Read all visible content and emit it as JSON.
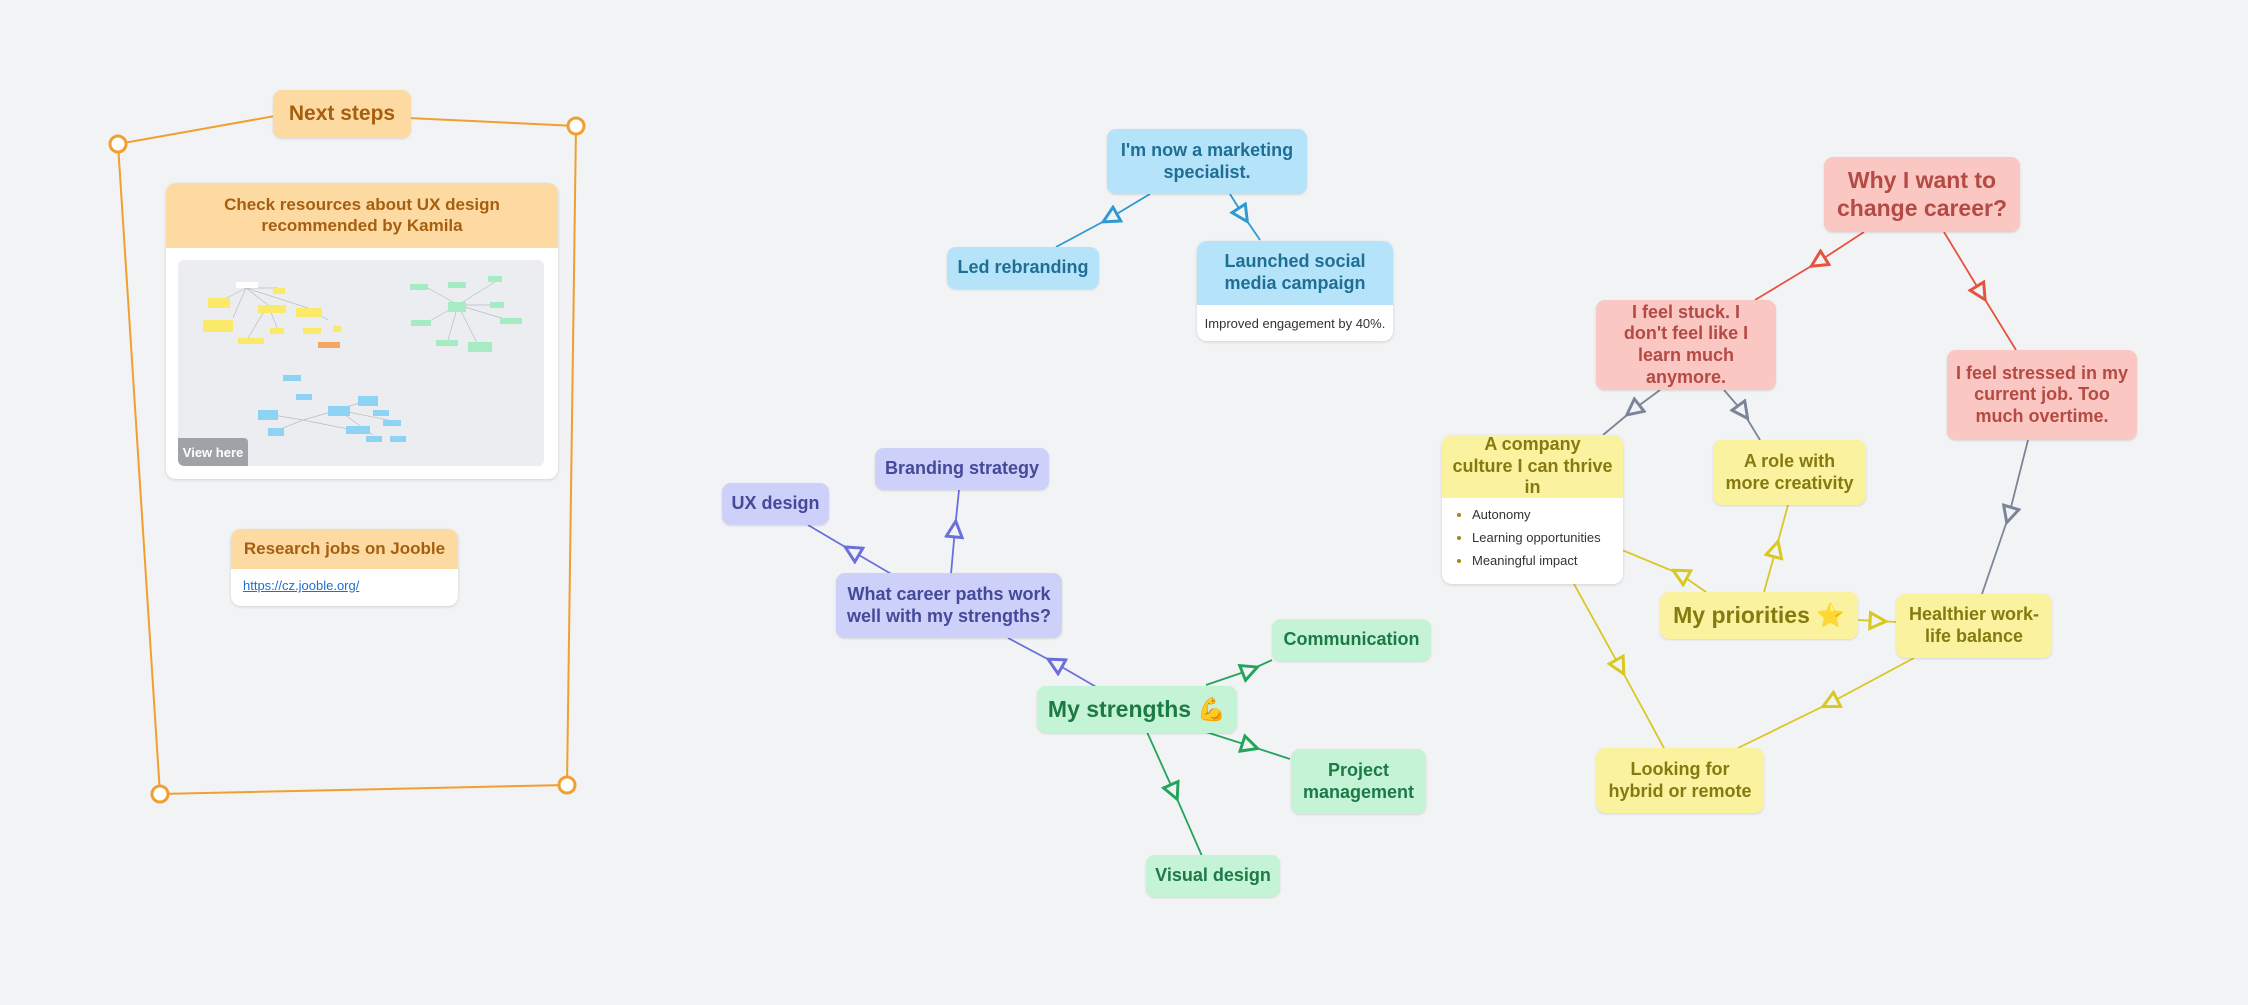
{
  "colors": {
    "blue": "#b5e3fa",
    "purple": "#cdd0f8",
    "green": "#c4f3d6",
    "yellow": "#fbf2a0",
    "red": "#fbc7c3",
    "orange": "#fedaa3",
    "frame": "#f0a030",
    "link_blue": "#2e9ad0",
    "link_purple": "#6a70db",
    "link_green": "#22a55a",
    "link_yellow": "#d9c722",
    "link_red": "#e5533f",
    "link_gray": "#7a8597"
  },
  "next_steps": {
    "title": "Next steps",
    "card1": {
      "title": "Check resources about UX design recommended by Kamila",
      "view_label": "View here"
    },
    "card2": {
      "title": "Research jobs on Jooble",
      "link": "https://cz.jooble.org/"
    }
  },
  "marketing": {
    "root": "I'm now a marketing specialist.",
    "led": "Led rebranding",
    "launched": "Launched social media campaign",
    "launched_note": "Improved engagement by 40%."
  },
  "strengths": {
    "root": "My strengths 💪",
    "communication": "Communication",
    "project": "Project management",
    "visual": "Visual design",
    "question": "What career paths work well with my strengths?",
    "ux": "UX design",
    "branding": "Branding strategy"
  },
  "career": {
    "why": "Why I want to change career?",
    "stuck": "I feel stuck. I don't feel like I learn much anymore.",
    "stressed": "I feel stressed in my current job. Too much overtime.",
    "culture": "A company culture I can thrive in",
    "culture_items": [
      "Autonomy",
      "Learning opportunities",
      "Meaningful impact"
    ],
    "creativity": "A role with more creativity",
    "priorities": "My priorities ⭐",
    "balance": "Healthier work-life balance",
    "hybrid": "Looking for hybrid or remote"
  }
}
